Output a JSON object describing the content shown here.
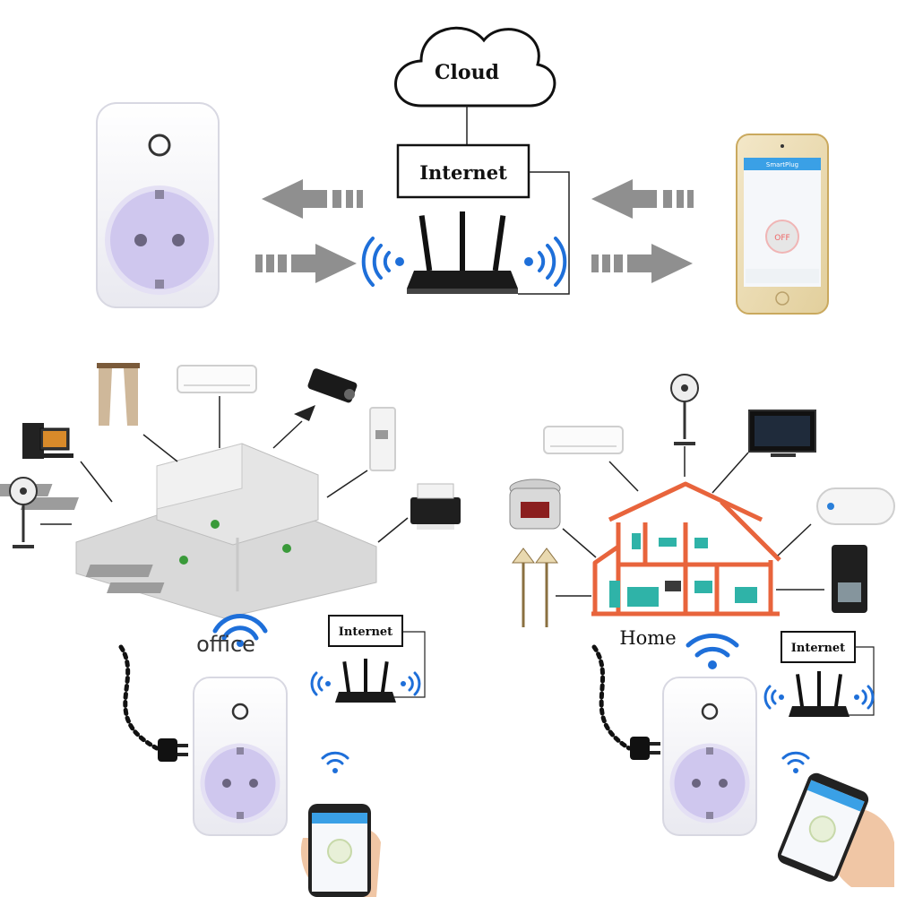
{
  "cloud": {
    "label": "Cloud"
  },
  "internet_main": {
    "label": "Internet"
  },
  "internet_office": {
    "label": "Internet"
  },
  "internet_home": {
    "label": "Internet"
  },
  "office": {
    "label": "office"
  },
  "home": {
    "label": "Home"
  },
  "phone_top": {
    "app_title": "SmartPlug",
    "button_label": "OFF"
  },
  "colors": {
    "arrow": "#8f8f8f",
    "wifi": "#1e6fd9",
    "house": "#e8643c",
    "socket": "#cfc7ee",
    "line": "#222222"
  }
}
